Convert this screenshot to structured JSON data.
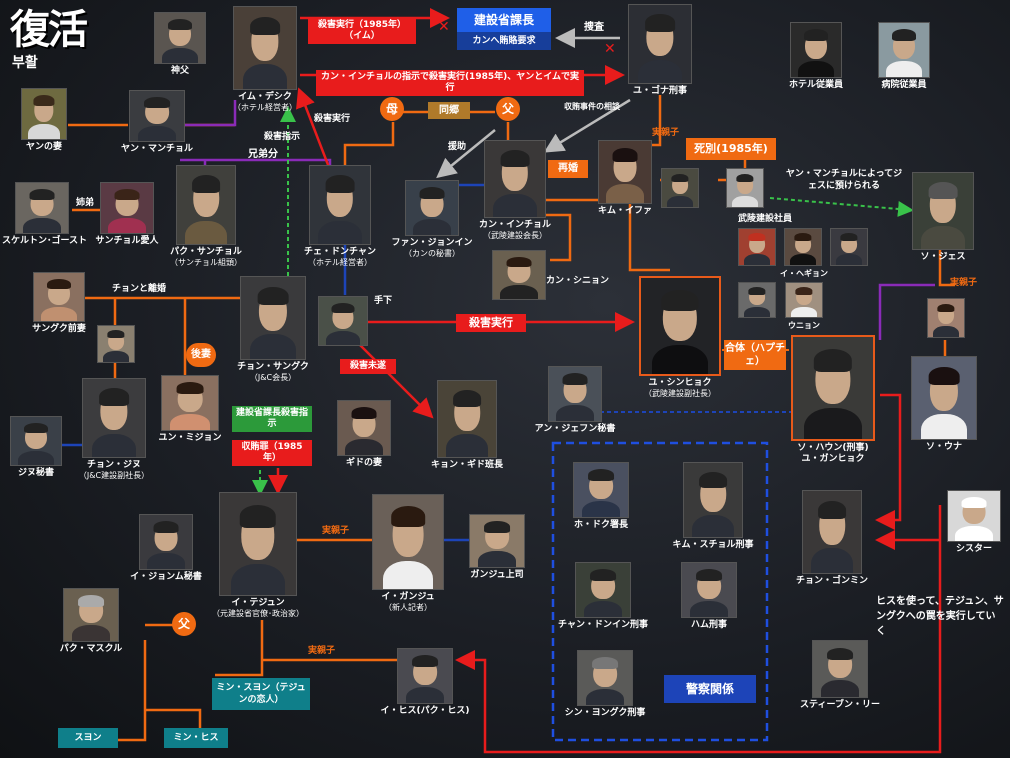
{
  "logo": {
    "title": "復活",
    "korean": "부활"
  },
  "people": {
    "shinpu": {
      "name": "神父"
    },
    "yang_wife": {
      "name": "ヤンの妻"
    },
    "yang": {
      "name": "ヤン・マンチョル"
    },
    "im": {
      "name": "イム・デシク",
      "sub": "（ホテル経営者）"
    },
    "yu_gona": {
      "name": "ユ・ゴナ刑事"
    },
    "hotel_staff": {
      "name": "ホテル従業員"
    },
    "hosp_staff": {
      "name": "病院従業員"
    },
    "skeleton": {
      "name": "スケルトン･ゴースト"
    },
    "sanchol_lover": {
      "name": "サンチョル愛人"
    },
    "park_sanchol": {
      "name": "パク・サンチョル",
      "sub": "（サンチョル組頭）"
    },
    "choi": {
      "name": "チェ・ドンチャン",
      "sub": "（ホテル経営者）"
    },
    "hwang": {
      "name": "ファン・ジョンイン",
      "sub": "（カンの秘書）"
    },
    "kang_inchol": {
      "name": "カン・インチョル",
      "sub": "（武陵建設会長）"
    },
    "kim_ifa": {
      "name": "キム・イファ"
    },
    "child": {
      "name": ""
    },
    "baby": {
      "name": ""
    },
    "so_jesu": {
      "name": "ソ・ジェス"
    },
    "kang_shinon": {
      "name": "カン・シニョン"
    },
    "staff_a": {
      "name": ""
    },
    "staff_b": {
      "name": "イ・ヘギョン"
    },
    "staff_c": {
      "name": ""
    },
    "staff_d": {
      "name": ""
    },
    "union": {
      "name": "ウニョン"
    },
    "sangu_ex": {
      "name": "サングク前妻"
    },
    "young_jinu": {
      "name": ""
    },
    "chon_sanguk": {
      "name": "チョン・サングク",
      "sub": "（J&C会長）"
    },
    "hitman": {
      "name": ""
    },
    "yu_shinhyok": {
      "name": "ユ・シンヒョク",
      "sub": "（武陵建設副社長）"
    },
    "so_hawon": {
      "name": "ソ・ハウン(刑事)",
      "sub": "ユ・ガンヒョク"
    },
    "young_una": {
      "name": ""
    },
    "so_una": {
      "name": "ソ・ウナ"
    },
    "yun_mijon": {
      "name": "ユン・ミジョン"
    },
    "jinu_sec": {
      "name": "ジヌ秘書"
    },
    "chon_jinu": {
      "name": "チョン・ジヌ",
      "sub": "（J&C建設副社長）"
    },
    "gido_wife": {
      "name": "ギドの妻"
    },
    "kyon_gido": {
      "name": "キョン・ギド班長"
    },
    "an_jefun": {
      "name": "アン・ジェフン秘書"
    },
    "ho_doku": {
      "name": "ホ・ドク署長"
    },
    "kim_sucol": {
      "name": "キム・スチョル刑事"
    },
    "chang_dongin": {
      "name": "チャン・ドンイン刑事"
    },
    "ham": {
      "name": "ハム刑事"
    },
    "shin_yongu": {
      "name": "シン・ヨングク刑事"
    },
    "chon_gonmin": {
      "name": "チョン・ゴンミン"
    },
    "sister": {
      "name": "シスター"
    },
    "steven": {
      "name": "スティーブン・リー"
    },
    "lee_jomum": {
      "name": "イ・ジョンム秘書"
    },
    "lee_tejun": {
      "name": "イ・テジュン",
      "sub": "（元建設省官僚･政治家）"
    },
    "lee_ganju": {
      "name": "イ・ガンジュ",
      "sub": "（新人記者）"
    },
    "ganju_boss": {
      "name": "ガンジュ上司"
    },
    "park_masu": {
      "name": "パク・マスクル"
    },
    "lee_hisu": {
      "name": "イ・ヒス(パク・ヒス)"
    }
  },
  "boxes": {
    "kill_1985": "殺害実行（1985年）（イム）",
    "kensetsu": "建設省課長",
    "kan_bribe": "カンへ賄賂要求",
    "kang_order": "カン・インチョルの指示で殺害実行(1985年)、ヤンとイムで実行",
    "kill_exec": "殺害実行",
    "kill_fail": "殺害未遂",
    "order_kill": "建設省課長殺害指示",
    "bribery": "収賄罪（1985年）",
    "shibetsu": "死別(1985年)",
    "saikon": "再婚",
    "gattai": "合体（ハプチェ）",
    "min_suyon": "ミン・スヨン（テジュンの恋人）",
    "suyon": "スヨン",
    "min_hisu": "ミン・ヒス",
    "police": "警察関係",
    "haha": "母",
    "chichi": "父",
    "chichi2": "父",
    "dokyo": "同郷",
    "kobun": "後妻"
  },
  "labels": {
    "sousa": "捜査",
    "shuwai": "収賄事件の相談",
    "enjo": "援助",
    "satsugai_jikko": "殺害実行",
    "satsugai_shiji": "殺害指示",
    "kyodaibun": "兄弟分",
    "aneoto": "姉弟",
    "chon_rikon": "チョンと離婚",
    "teshita": "手下",
    "jitsuoyako_1": "実親子",
    "jitsuoyako_2": "実親子",
    "jitsuoyako_3": "実親子",
    "jitsuoyako_4": "実親子",
    "yang_azuke": "ヤン・マンチョルによってジェスに預けられる",
    "mukyo_staff": "武陵建設社員",
    "hisu_note": "ヒスを使って、テジュン、サングクへの罠を実行していく"
  },
  "colors": {
    "red": "#e81c1c",
    "orange": "#f06a12",
    "purple": "#8a2bb8",
    "blue": "#1f4fe0",
    "green": "#39c24a",
    "teal": "#0f7f8a",
    "gray": "#9a9a9a",
    "navy": "#1d44b8"
  },
  "icons": {
    "x": "✕"
  }
}
